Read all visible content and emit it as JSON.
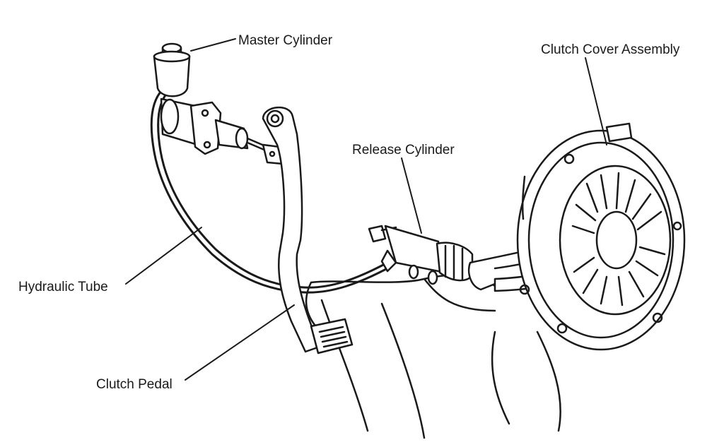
{
  "labels": {
    "master_cylinder": "Master Cylinder",
    "clutch_cover_assembly": "Clutch Cover Assembly",
    "release_cylinder": "Release Cylinder",
    "hydraulic_tube": "Hydraulic Tube",
    "clutch_pedal": "Clutch Pedal"
  },
  "colors": {
    "ink": "#1a1a1a",
    "background": "#ffffff"
  }
}
